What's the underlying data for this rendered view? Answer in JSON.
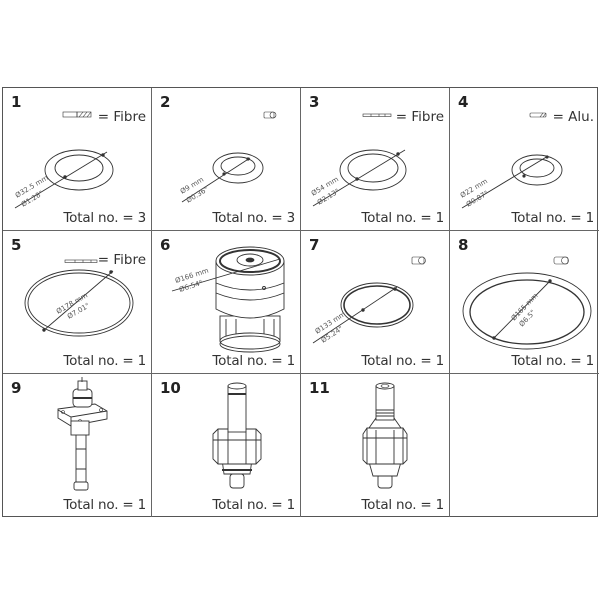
{
  "cells": [
    {
      "number": "1",
      "material": "= Fibre",
      "material_icon": "fibre-gasket-section-icon",
      "dim_mm": "Ø32.5 mm",
      "dim_in": "Ø1.28\"",
      "total": "Total no. = 3"
    },
    {
      "number": "2",
      "material": "",
      "material_icon": "o-ring-section-icon",
      "dim_mm": "Ø9 mm",
      "dim_in": "Ø0.36\"",
      "total": "Total no. = 3"
    },
    {
      "number": "3",
      "material": "= Fibre",
      "material_icon": "fibre-gasket-section-icon",
      "dim_mm": "Ø54 mm",
      "dim_in": "Ø2.13\"",
      "total": "Total no. = 1"
    },
    {
      "number": "4",
      "material": "= Alu.",
      "material_icon": "alu-gasket-section-icon",
      "dim_mm": "Ø22 mm",
      "dim_in": "Ø0.87\"",
      "total": "Total no. = 1"
    },
    {
      "number": "5",
      "material": "= Fibre",
      "material_icon": "fibre-gasket-section-icon",
      "dim_mm": "Ø178 mm",
      "dim_in": "Ø7.01\"",
      "total": "Total no. = 1"
    },
    {
      "number": "6",
      "material": "",
      "dim_mm": "Ø166 mm",
      "dim_in": "Ø6.54\"",
      "total": "Total no. = 1"
    },
    {
      "number": "7",
      "material": "",
      "material_icon": "o-ring-section-icon",
      "dim_mm": "Ø133 mm",
      "dim_in": "Ø5.24\"",
      "total": "Total no. = 1"
    },
    {
      "number": "8",
      "material": "",
      "material_icon": "o-ring-section-icon",
      "dim_mm": "Ø165 mm",
      "dim_in": "Ø6.5\"",
      "total": "Total no. = 1"
    },
    {
      "number": "9",
      "total": "Total no. = 1"
    },
    {
      "number": "10",
      "total": "Total no. = 1"
    },
    {
      "number": "11",
      "total": "Total no. = 1"
    }
  ]
}
